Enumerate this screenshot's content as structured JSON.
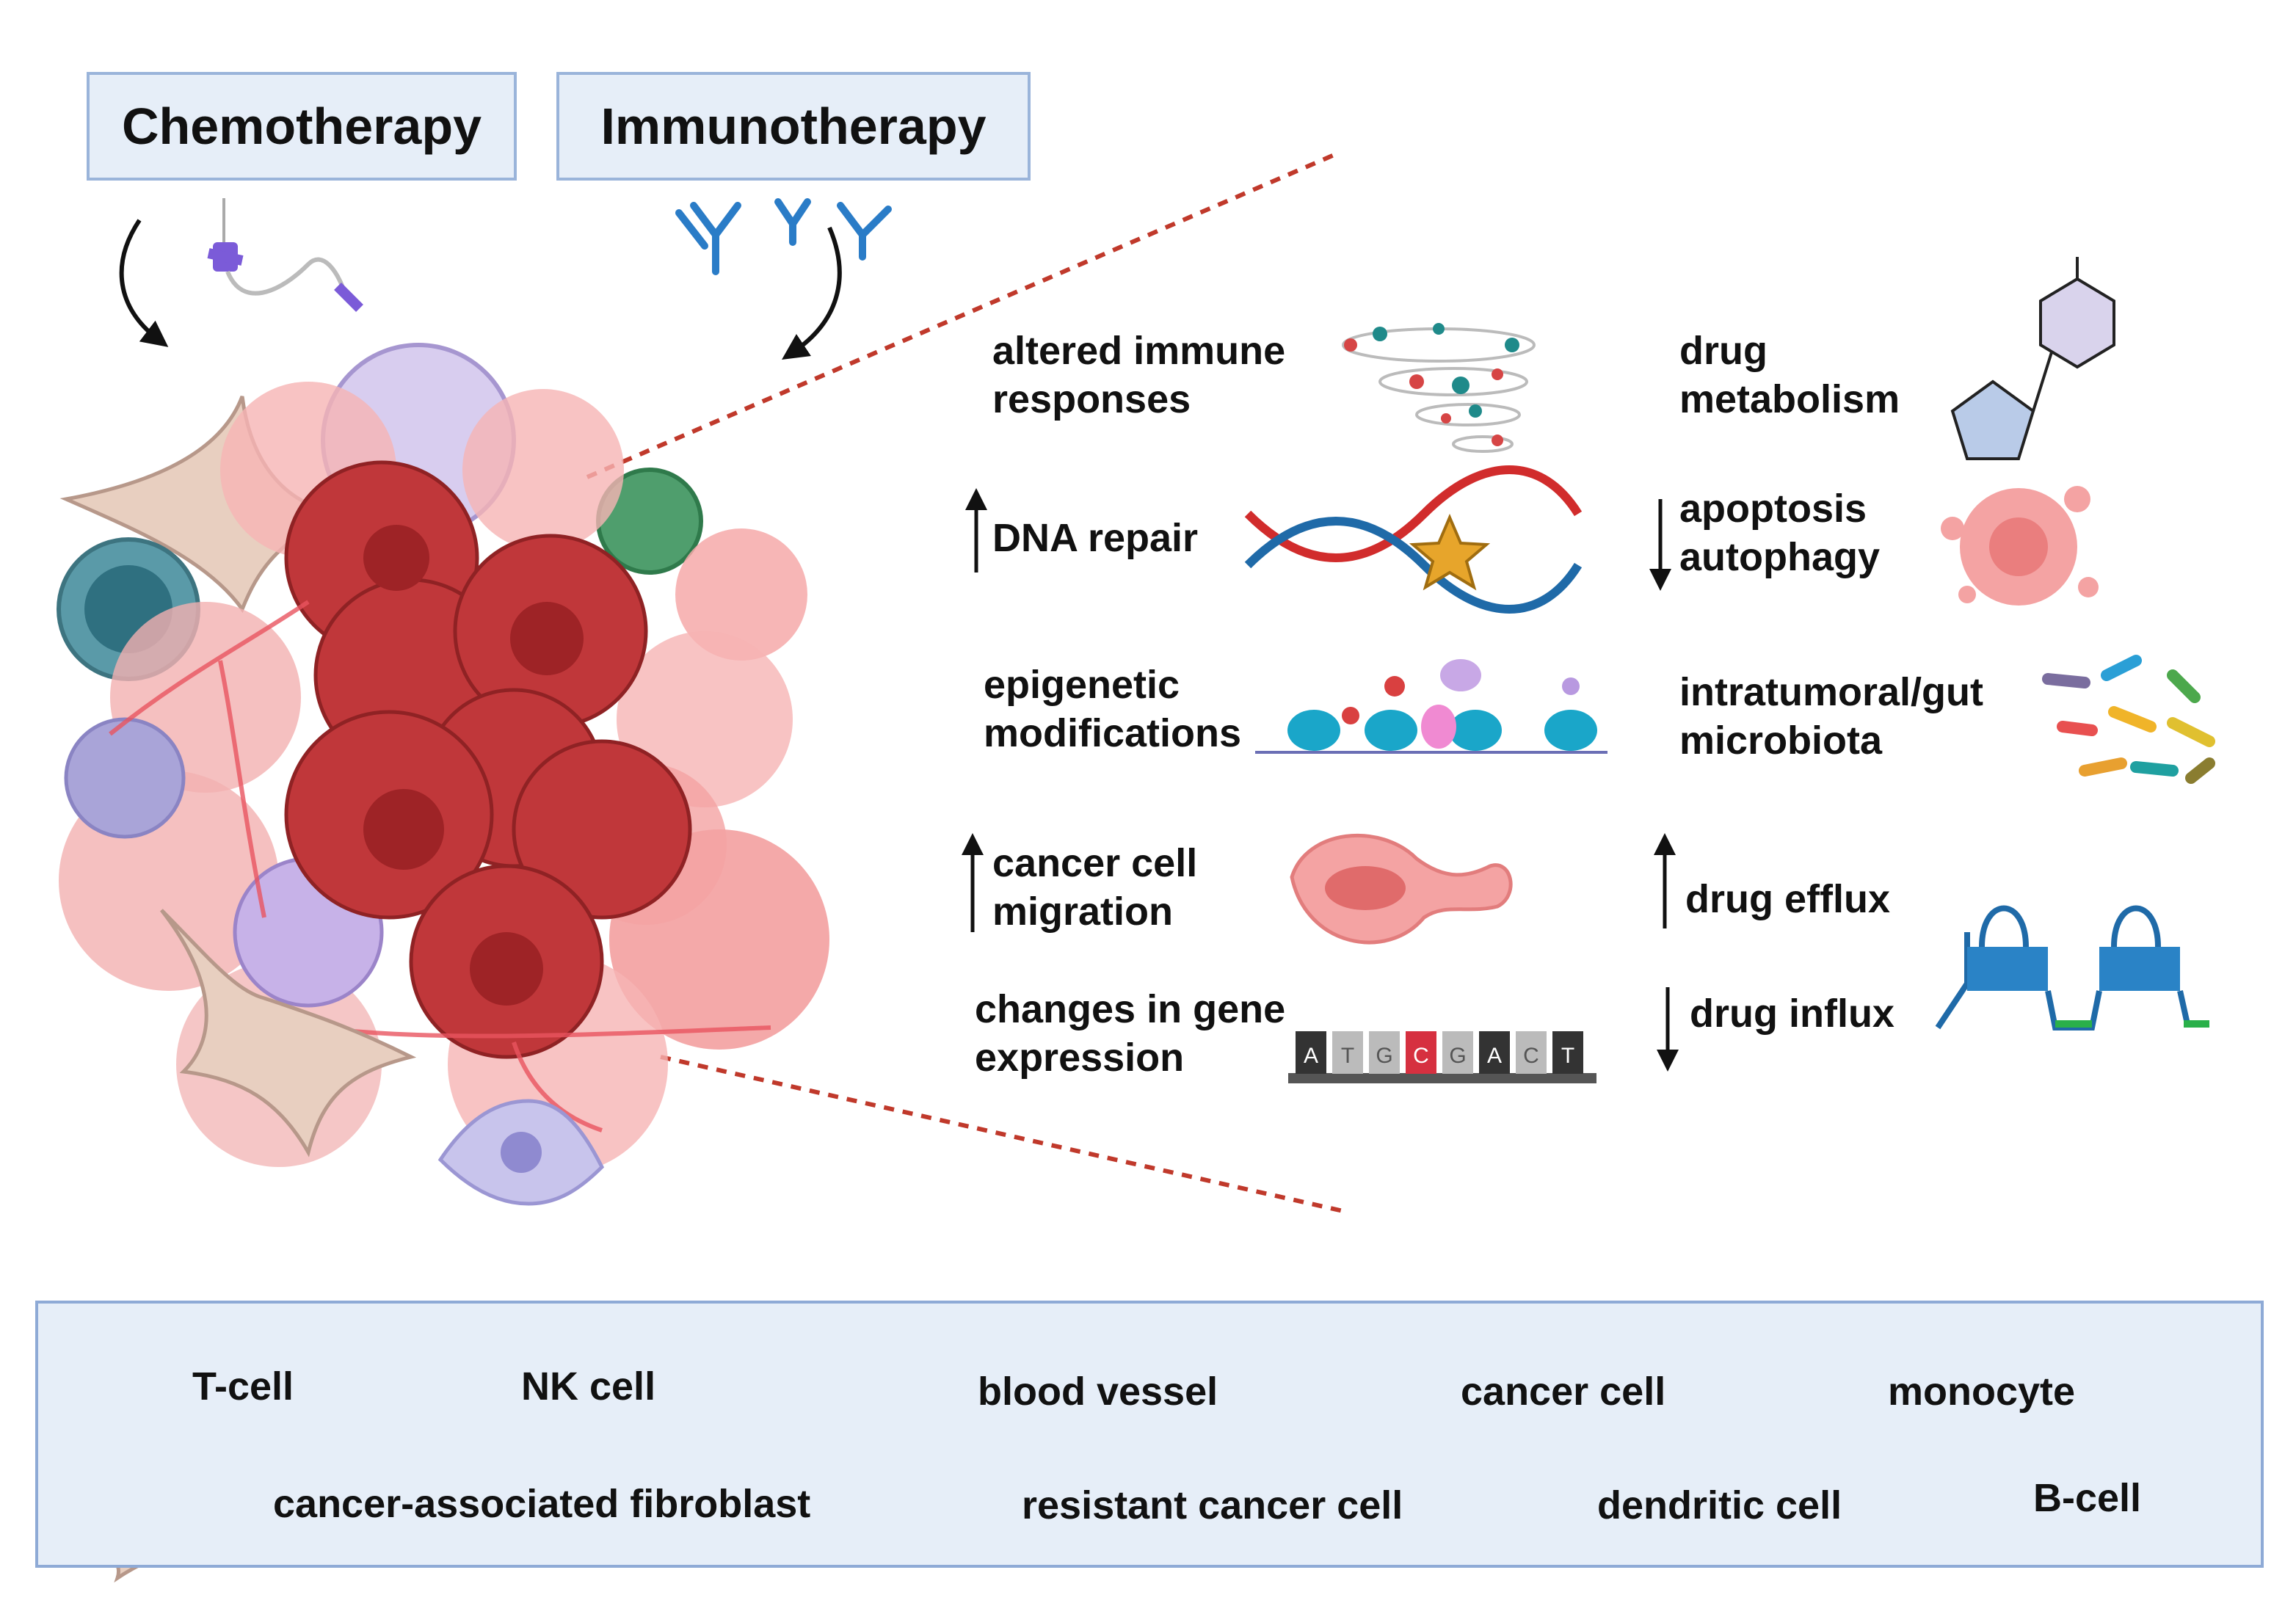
{
  "therapies": {
    "chemotherapy": "Chemotherapy",
    "immunotherapy": "Immunotherapy"
  },
  "mechanisms": {
    "altered_immune": [
      "altered immune",
      "responses"
    ],
    "dna_repair": "DNA repair",
    "epigenetic": [
      "epigenetic",
      "modifications"
    ],
    "migration": [
      "cancer cell",
      "migration"
    ],
    "gene_expression": [
      "changes in gene",
      "expression"
    ],
    "drug_metabolism": [
      "drug",
      "metabolism"
    ],
    "apoptosis": [
      "apoptosis",
      "autophagy"
    ],
    "microbiota": [
      "intratumoral/gut",
      "microbiota"
    ],
    "drug_efflux": "drug efflux",
    "drug_influx": "drug influx",
    "dna_letters": [
      "A",
      "T",
      "G",
      "C",
      "G",
      "A",
      "C",
      "T"
    ]
  },
  "legend": {
    "t_cell": "T-cell",
    "nk_cell": "NK  cell",
    "blood_vessel": "blood vessel",
    "cancer_cell": "cancer cell",
    "monocyte": "monocyte",
    "caf": "cancer-associated fibroblast",
    "resistant": "resistant cancer cell",
    "dendritic": "dendritic cell",
    "b_cell": "B-cell"
  },
  "colors": {
    "box_fill": "#e6eef8",
    "box_border": "#9ab4da",
    "resistant_cell": "#c0373a",
    "cancer_cell": "#f4a3a3",
    "antibody": "#2a7cc7",
    "dashed_line": "#c0392b"
  }
}
